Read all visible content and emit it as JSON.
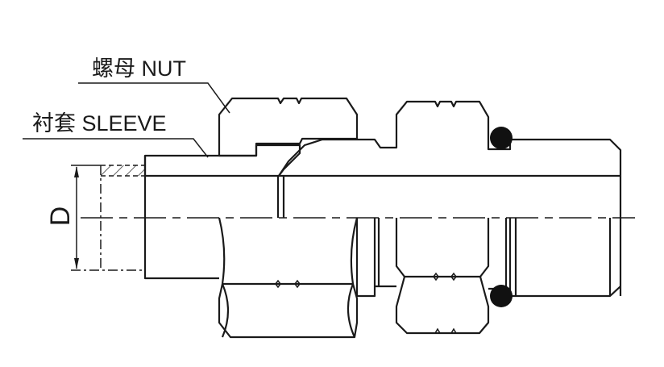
{
  "labels": {
    "nut": "螺母 NUT",
    "sleeve": "衬套 SLEEVE",
    "dimension": "D"
  },
  "colors": {
    "line": "#1a1a1a",
    "background": "#ffffff"
  }
}
